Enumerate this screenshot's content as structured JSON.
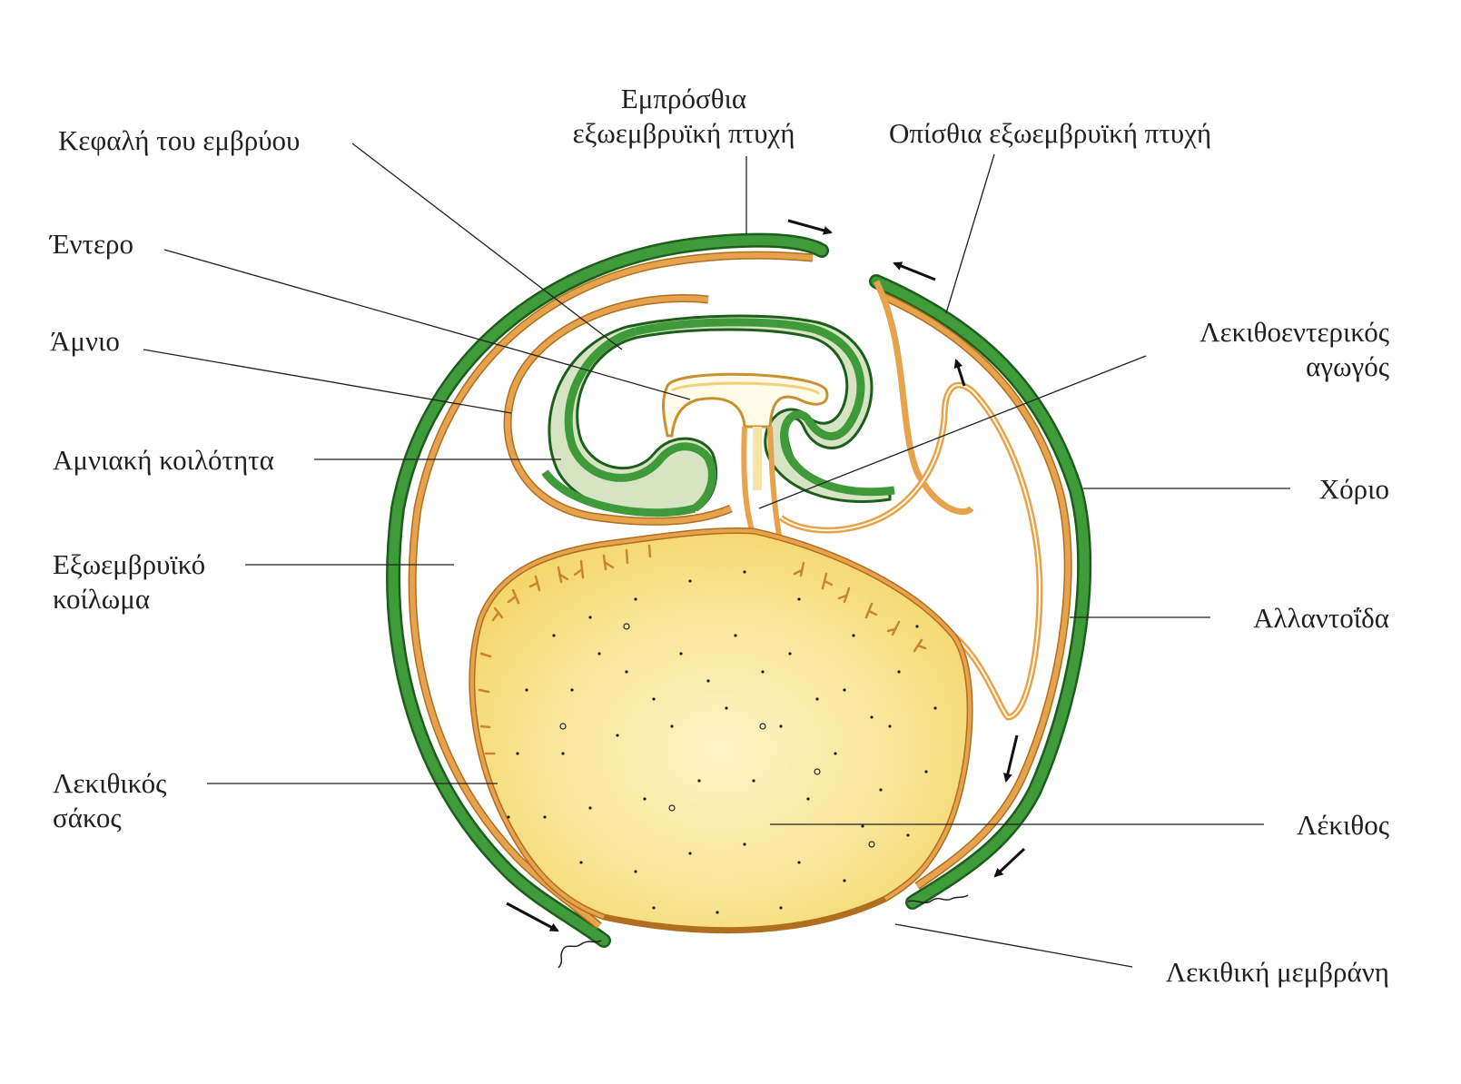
{
  "labels": {
    "embryo_head": "Κεφαλή του εμβρύου",
    "anterior_fold": [
      "Εμπρόσθια",
      "εξωεμβρυϊκή πτυχή"
    ],
    "posterior_fold": "Οπίσθια εξωεμβρυϊκή πτυχή",
    "gut": "Έντερο",
    "amnion": "Άμνιο",
    "amniotic_cavity": "Αμνιακή κοιλότητα",
    "extraembryonic_coelom": [
      "Εξωεμβρυϊκό",
      "κοίλωμα"
    ],
    "yolk_sac": [
      "Λεκιθικός",
      "σάκος"
    ],
    "vitelline_duct": [
      "Λεκιθοεντερικός",
      "αγωγός"
    ],
    "chorion": "Χόριο",
    "allantois": "Αλλαντοΐδα",
    "yolk": "Λέκιθος",
    "vitelline_membrane": "Λεκιθική μεμβράνη"
  },
  "colors": {
    "ectoderm_green": "#3f9a3a",
    "mesoderm_orange": "#e6a24c",
    "embryo_fill": "#d6e4c4",
    "yolk_fill": "#f7df80",
    "yolk_light": "#fdf2c0",
    "endoderm_light": "#f5e6a8",
    "leader_line": "#231f20",
    "text": "#231f20"
  },
  "arrows_icon": "black-arrowhead",
  "dots_icon": "yolk-granules"
}
